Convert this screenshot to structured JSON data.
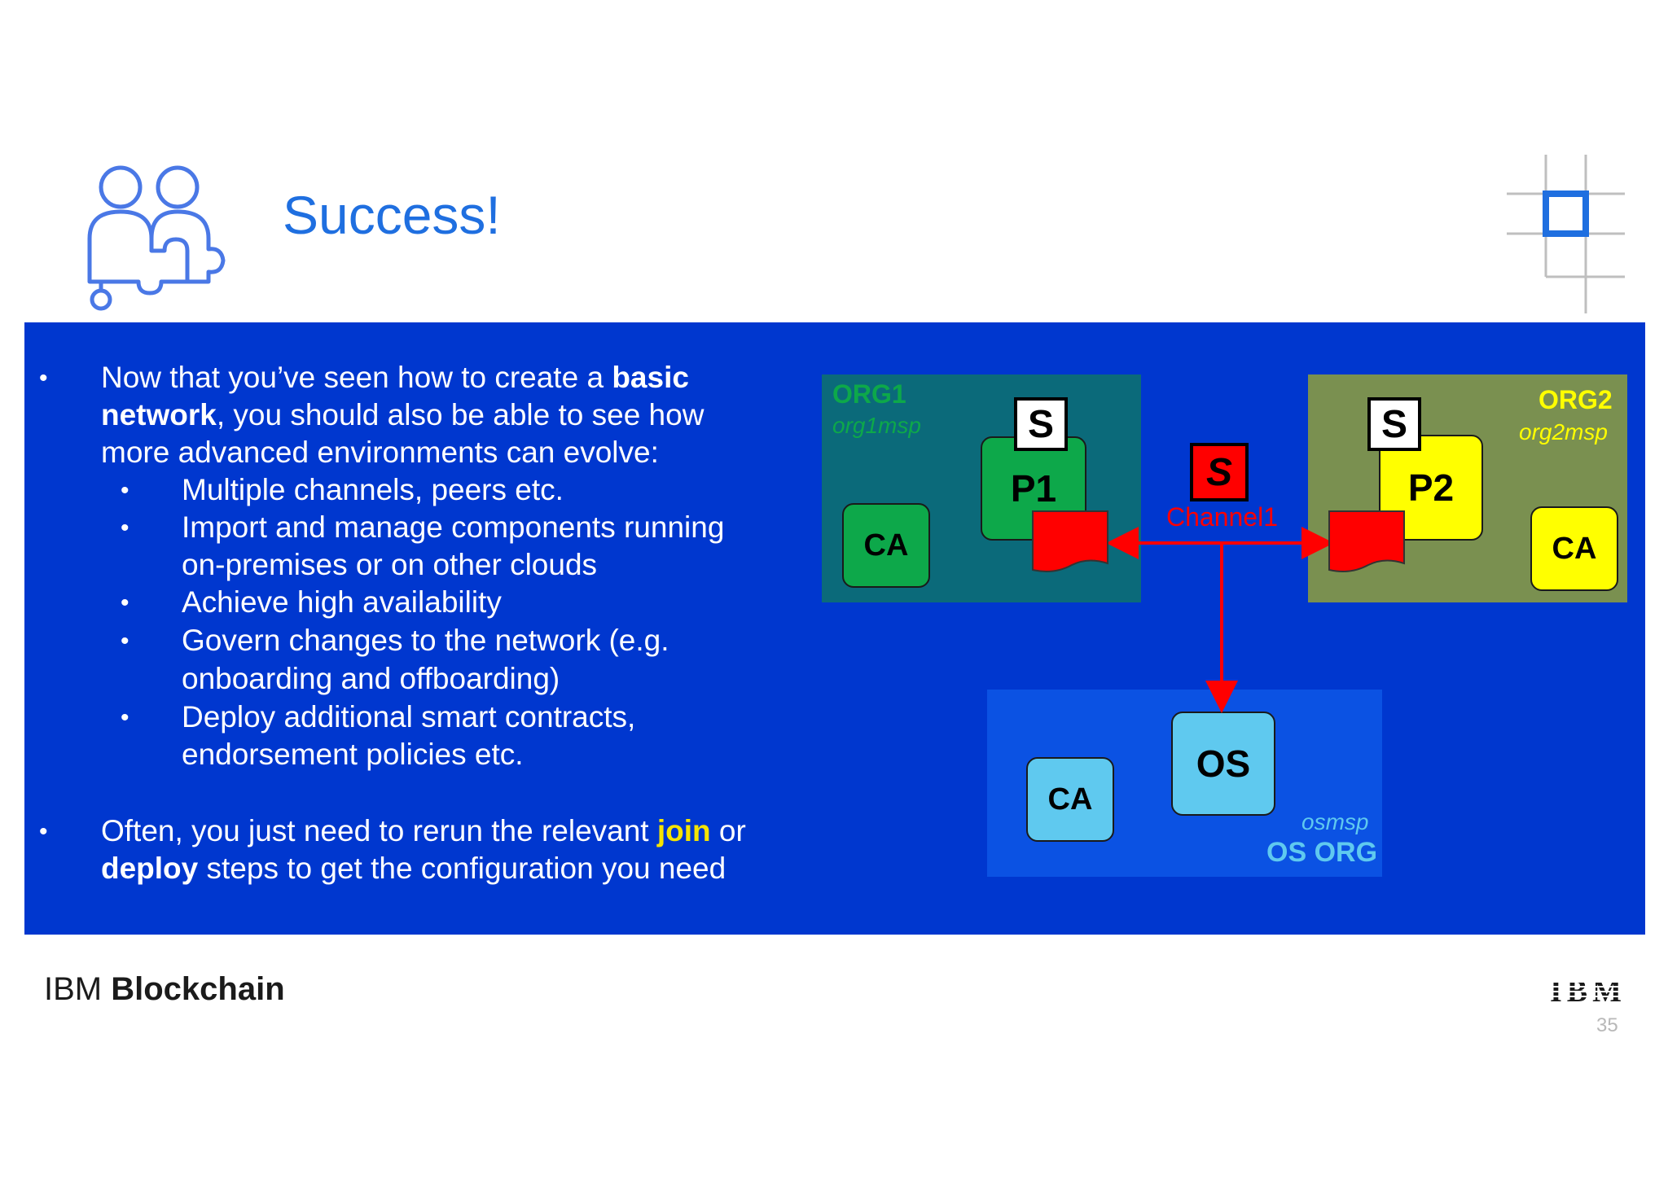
{
  "slide": {
    "title": "Success!",
    "page_number": "35"
  },
  "bullets": {
    "b1_line1_pre": "Now that you’ve seen how to create a ",
    "b1_line1_bold": "basic",
    "b1_line2_bold": "network",
    "b1_line2_post": ", you should also be able to see how",
    "b1_line3": "more advanced environments can evolve:",
    "sub": [
      "Multiple channels, peers etc.",
      "Import and manage components running",
      "on-premises or on other clouds",
      "Achieve high availability",
      "Govern changes to the network (e.g.",
      "onboarding and offboarding)",
      "Deploy additional smart contracts,",
      "endorsement policies etc."
    ],
    "b2_line1_pre": "Often, you just need to rerun the relevant ",
    "b2_line1_highlight": "join",
    "b2_line1_post": " or",
    "b2_line2_bold": "deploy",
    "b2_line2_post": " steps to get the configuration you need",
    "bullet_char": "•"
  },
  "diagram": {
    "org1": {
      "name": "ORG1",
      "msp": "org1msp",
      "peer": "P1",
      "ca": "CA",
      "s": "S"
    },
    "org2": {
      "name": "ORG2",
      "msp": "org2msp",
      "peer": "P2",
      "ca": "CA",
      "s": "S"
    },
    "orderer": {
      "name": "OS ORG",
      "msp": "osmsp",
      "node": "OS",
      "ca": "CA"
    },
    "channel": {
      "label": "Channel1",
      "s": "S"
    }
  },
  "footer": {
    "brand_light": "IBM ",
    "brand_bold": "Blockchain",
    "logo_text": "IBM"
  },
  "colors": {
    "panel": "#0037cf",
    "title": "#1f6fe0",
    "org1_bg": "#0b6a7a",
    "org2_bg": "#7a9050",
    "os_bg": "#0b52e3",
    "green_node": "#0da84a",
    "yellow_node": "#ffff00",
    "lightblue_node": "#5fc9ef",
    "channel_red": "#ff0000"
  }
}
